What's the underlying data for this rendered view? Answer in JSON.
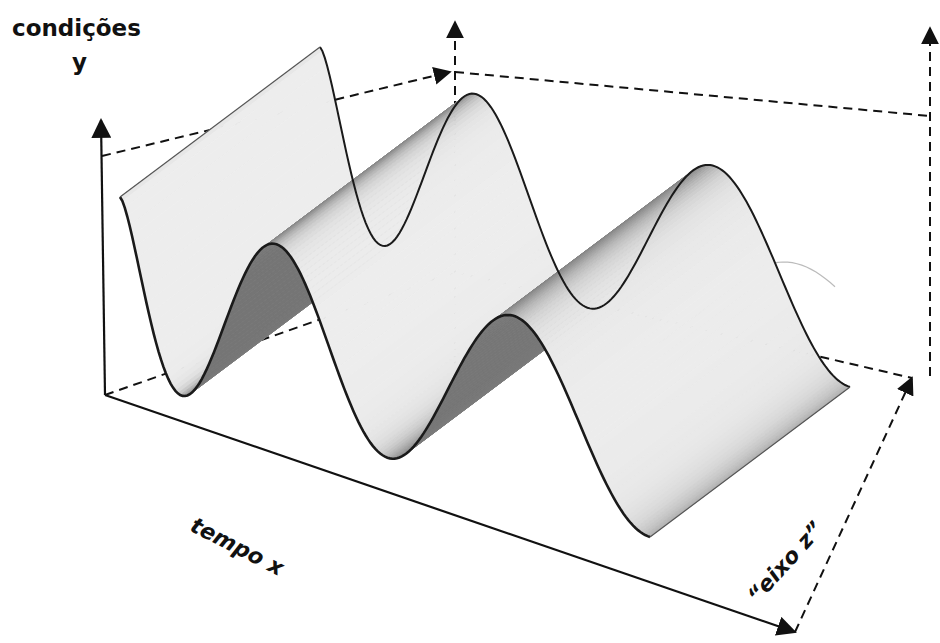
{
  "diagram": {
    "labels": [
      "condições",
      "y",
      "tempo x",
      "“eixo z”"
    ]
  }
}
